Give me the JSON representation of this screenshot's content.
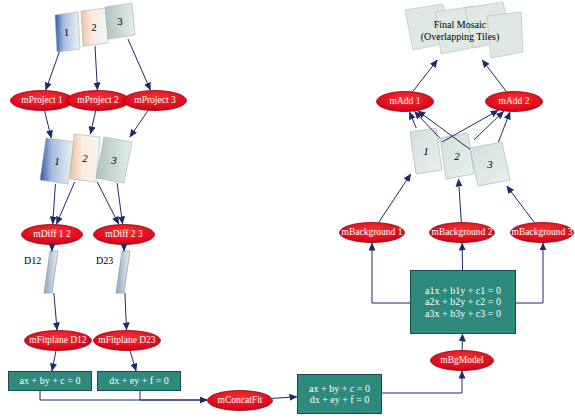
{
  "diagram": {
    "nodes": [
      {
        "text": [
          "1"
        ]
      },
      {
        "text": [
          "2"
        ]
      },
      {
        "text": [
          "3"
        ]
      },
      {
        "text": [
          "mProject 1"
        ]
      },
      {
        "text": [
          "mProject 2"
        ]
      },
      {
        "text": [
          "mProject 3"
        ]
      },
      {
        "text": [
          "1"
        ]
      },
      {
        "text": [
          "2"
        ]
      },
      {
        "text": [
          "3"
        ]
      },
      {
        "text": [
          "mDiff 1 2"
        ]
      },
      {
        "text": [
          "mDiff 2 3"
        ]
      },
      {
        "text": [
          "D12"
        ]
      },
      {
        "text": [
          "D23"
        ]
      },
      {
        "text": [
          "mFitplane D12"
        ]
      },
      {
        "text": [
          "mFitplane D23"
        ]
      },
      {
        "text": [
          "ax + by + c = 0"
        ]
      },
      {
        "text": [
          "dx + ey + f = 0"
        ]
      },
      {
        "text": [
          "mConcatFit"
        ]
      },
      {
        "text": [
          "ax + by + c = 0",
          "dx + ey + f = 0"
        ]
      },
      {
        "text": [
          "mBgModel"
        ]
      },
      {
        "text": [
          "a1x + b1y + c1 = 0",
          "a2x + b2y + c2 = 0",
          "a3x + b3y + c3 = 0"
        ]
      },
      {
        "text": [
          "mBackground 1"
        ]
      },
      {
        "text": [
          "mBackground 2"
        ]
      },
      {
        "text": [
          "mBackground 3"
        ]
      },
      {
        "text": [
          "1"
        ]
      },
      {
        "text": [
          "2"
        ]
      },
      {
        "text": [
          "3"
        ]
      },
      {
        "text": [
          "mAdd 1"
        ]
      },
      {
        "text": [
          "mAdd 2"
        ]
      },
      {
        "text": [
          "Final Mosaic (Overlapping Tiles)"
        ]
      }
    ],
    "edges": [
      {
        "from": 0,
        "to": 3,
        "arrow": "to"
      },
      {
        "from": 1,
        "to": 4,
        "arrow": "to"
      },
      {
        "from": 2,
        "to": 5,
        "arrow": "to"
      },
      {
        "from": 3,
        "to": 6,
        "arrow": "to"
      },
      {
        "from": 4,
        "to": 7,
        "arrow": "to"
      },
      {
        "from": 5,
        "to": 8,
        "arrow": "to"
      },
      {
        "from": 6,
        "to": 9,
        "arrow": "to"
      },
      {
        "from": 7,
        "to": 9,
        "arrow": "to"
      },
      {
        "from": 7,
        "to": 10,
        "arrow": "to"
      },
      {
        "from": 8,
        "to": 10,
        "arrow": "to"
      },
      {
        "from": 9,
        "to": 11,
        "arrow": "to"
      },
      {
        "from": 10,
        "to": 12,
        "arrow": "to"
      },
      {
        "from": 11,
        "to": 13,
        "arrow": "to"
      },
      {
        "from": 12,
        "to": 14,
        "arrow": "to"
      },
      {
        "from": 13,
        "to": 15,
        "arrow": "to"
      },
      {
        "from": 14,
        "to": 16,
        "arrow": "to"
      },
      {
        "from": 15,
        "to": 17,
        "arrow": "to"
      },
      {
        "from": 16,
        "to": 17,
        "arrow": "to"
      },
      {
        "from": 17,
        "to": 18,
        "arrow": "to"
      },
      {
        "from": 18,
        "to": 19,
        "arrow": "to"
      },
      {
        "from": 19,
        "to": 20,
        "arrow": "to"
      },
      {
        "from": 20,
        "to": 21,
        "arrow": "to"
      },
      {
        "from": 20,
        "to": 22,
        "arrow": "to"
      },
      {
        "from": 20,
        "to": 23,
        "arrow": "to"
      },
      {
        "from": 21,
        "to": 24,
        "arrow": "to"
      },
      {
        "from": 22,
        "to": 25,
        "arrow": "to"
      },
      {
        "from": 23,
        "to": 26,
        "arrow": "to"
      },
      {
        "from": 24,
        "to": 27,
        "arrow": "to"
      },
      {
        "from": 24,
        "to": 28,
        "arrow": "to"
      },
      {
        "from": 25,
        "to": 27,
        "arrow": "to"
      },
      {
        "from": 25,
        "to": 28,
        "arrow": "to"
      },
      {
        "from": 26,
        "to": 27,
        "arrow": "to"
      },
      {
        "from": 26,
        "to": 28,
        "arrow": "to"
      },
      {
        "from": 27,
        "to": 29,
        "arrow": "to"
      },
      {
        "from": 28,
        "to": 29,
        "arrow": "to"
      }
    ]
  }
}
